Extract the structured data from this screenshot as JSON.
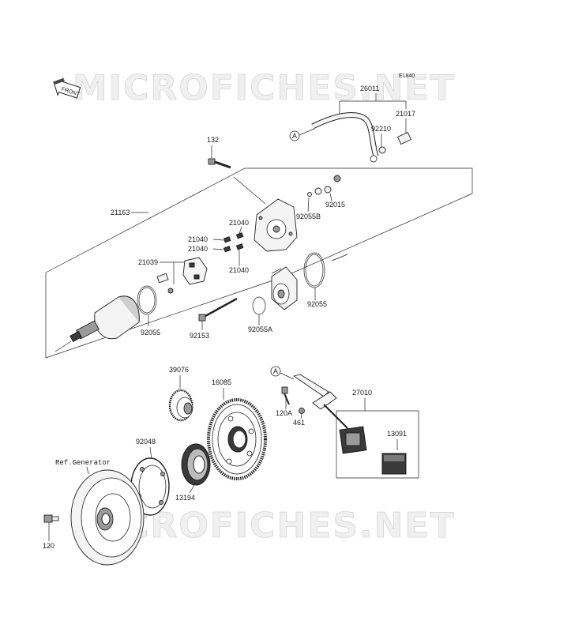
{
  "diagram_code": "E1840",
  "front_label": "FRONT",
  "watermark": "MICROFICHES.NET",
  "ref_generator": "Ref.Generator",
  "callouts": {
    "A": "A",
    "p26011": "26011",
    "p21017": "21017",
    "p92210": "92210",
    "p132": "132",
    "p92015": "92015",
    "p92055B": "92055B",
    "p21163": "21163",
    "p21040a": "21040",
    "p21040b": "21040",
    "p21040c": "21040",
    "p21040d": "21040",
    "p21039": "21039",
    "p92055a": "92055",
    "p92055b": "92055",
    "p92153": "92153",
    "p92055A": "92055A",
    "p39076": "39076",
    "p16085": "16085",
    "p27010": "27010",
    "p120A": "120A",
    "p461": "461",
    "p13091": "13091",
    "p92048": "92048",
    "p13194": "13194",
    "p120": "120"
  }
}
